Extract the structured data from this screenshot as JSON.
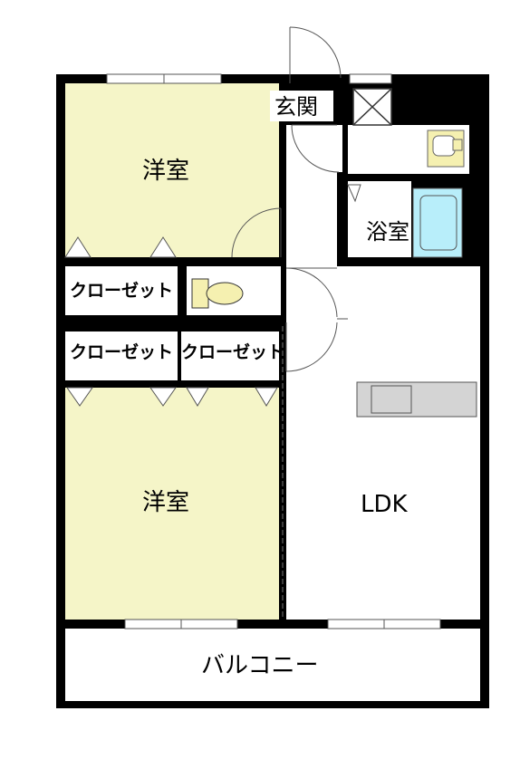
{
  "rooms": {
    "western_room_top": "洋室",
    "western_room_bottom": "洋室",
    "entrance": "玄関",
    "bathroom": "浴室",
    "closet_1": "クローゼット",
    "closet_2": "クローゼット",
    "closet_3": "クローゼット",
    "ldk": "LDK",
    "balcony": "バルコニー"
  },
  "colors": {
    "wall": "#000000",
    "western_room_fill": "#f5f5c8",
    "floor_fill": "#ffffff",
    "bath_fill": "#b8eefa",
    "sink_fill": "#f5f0b0",
    "kitchen_fill": "#d4d4d4",
    "line": "#555555"
  }
}
